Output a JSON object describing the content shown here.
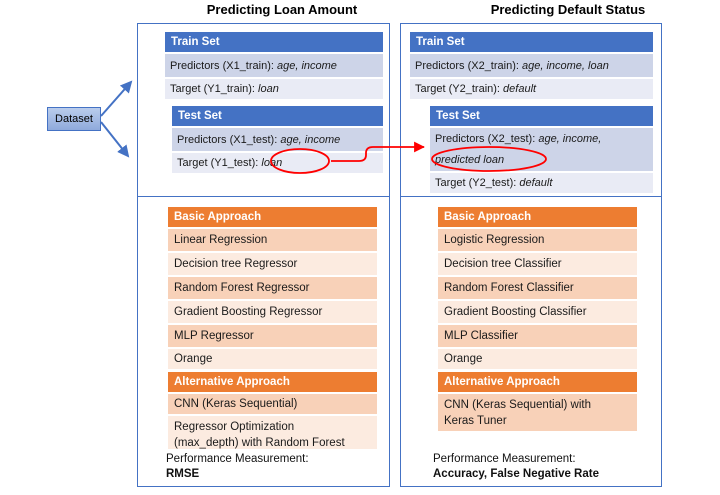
{
  "titles": {
    "left": "Predicting Loan Amount",
    "right": "Predicting Default Status"
  },
  "dataset_label": "Dataset",
  "left_top": {
    "train_header": "Train Set",
    "train_predictors": {
      "prefix": "Predictors (X1_train): ",
      "em": "age, income"
    },
    "train_target": {
      "prefix": "Target (Y1_train): ",
      "em": "loan"
    },
    "test_header": "Test Set",
    "test_predictors": {
      "prefix": "Predictors (X1_test): ",
      "em": "age, income"
    },
    "test_target": {
      "prefix": "Target (Y1_test): ",
      "em": "loan"
    }
  },
  "right_top": {
    "train_header": "Train Set",
    "train_predictors": {
      "prefix": "Predictors (X2_train): ",
      "em": "age, income, loan"
    },
    "train_target": {
      "prefix": "Target (Y2_train): ",
      "em": "default"
    },
    "test_header": "Test Set",
    "test_predictors": {
      "prefix": "Predictors (X2_test): ",
      "em_line1": "age, income,",
      "em_line2": "predicted loan"
    },
    "test_target": {
      "prefix": "Target (Y2_test): ",
      "em": "default"
    }
  },
  "left_bottom": {
    "basic_header": "Basic Approach",
    "basic_items": [
      "Linear Regression",
      "Decision tree Regressor",
      "Random Forest Regressor",
      "Gradient Boosting Regressor",
      "MLP Regressor",
      "Orange"
    ],
    "alt_header": "Alternative Approach",
    "alt_row1": {
      "line1": "CNN (Keras Sequential)"
    },
    "alt_row2": {
      "line1": "Regressor Optimization",
      "line2": "(max_depth) with Random Forest"
    },
    "perf_label": "Performance Measurement:",
    "perf_value": "RMSE"
  },
  "right_bottom": {
    "basic_header": "Basic Approach",
    "basic_items": [
      "Logistic Regression",
      "Decision tree Classifier",
      "Random Forest Classifier",
      "Gradient Boosting Classifier",
      "MLP Classifier",
      "Orange"
    ],
    "alt_header": "Alternative Approach",
    "alt_row1": {
      "line1": "CNN (Keras Sequential) with",
      "line2": "Keras Tuner"
    },
    "perf_label": "Performance Measurement:",
    "perf_value": "Accuracy, False Negative Rate"
  },
  "colors": {
    "accent-blue": "#4472C4",
    "border-blue": "#4472C4",
    "row-blue-dark": "#CDD4E8",
    "row-blue-light": "#E9EBF5",
    "accent-orange": "#ED7D31",
    "row-orange-dark": "#F8D1B8",
    "row-orange-light": "#FCEBE0",
    "highlight-red": "#FF0000",
    "dataset-fill-top": "#BACDEC",
    "dataset-fill-bottom": "#8FAADC"
  }
}
